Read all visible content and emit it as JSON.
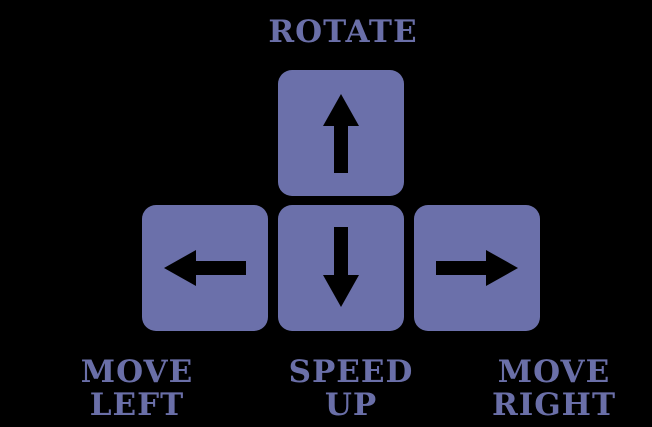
{
  "labels": {
    "rotate": "ROTATE",
    "move_left_line1": "MOVE",
    "move_left_line2": "LEFT",
    "speed_up_line1": "SPEED",
    "speed_up_line2": "UP",
    "move_right_line1": "MOVE",
    "move_right_line2": "RIGHT"
  },
  "keys": [
    {
      "name": "up-arrow-key",
      "icon": "arrow-up-icon"
    },
    {
      "name": "left-arrow-key",
      "icon": "arrow-left-icon"
    },
    {
      "name": "down-arrow-key",
      "icon": "arrow-down-icon"
    },
    {
      "name": "right-arrow-key",
      "icon": "arrow-right-icon"
    }
  ],
  "colors": {
    "background": "#000000",
    "key": "#6b70aa",
    "label": "#6a6fa8",
    "arrow": "#000000"
  }
}
